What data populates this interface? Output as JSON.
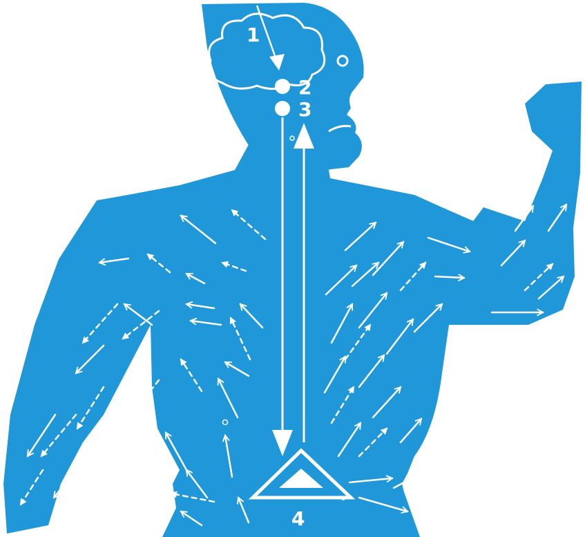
{
  "colors": {
    "body": "#1f97d8",
    "marks": "#ffffff",
    "background": "#ffffff"
  },
  "labels": {
    "brain": "1",
    "node_upper": "2",
    "node_lower": "3",
    "pelvis": "4"
  }
}
